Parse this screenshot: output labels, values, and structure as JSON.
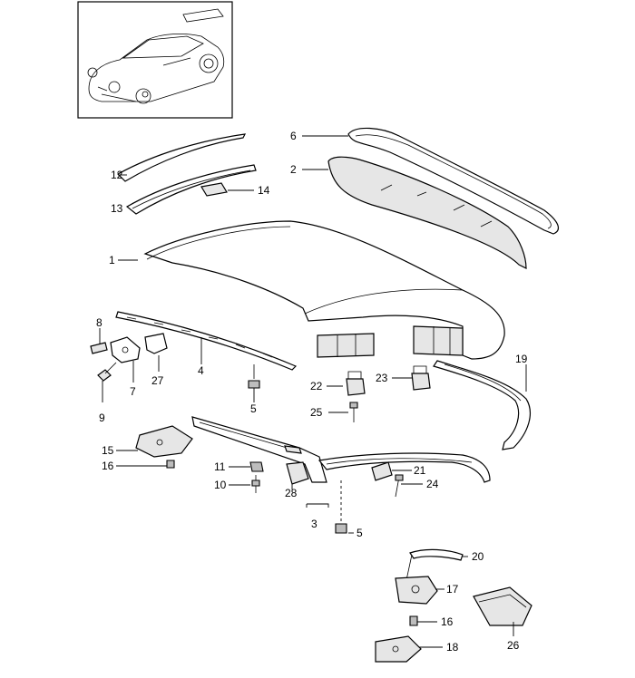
{
  "callouts": {
    "c1": "1",
    "c2": "2",
    "c3": "3",
    "c4": "4",
    "c5a": "5",
    "c5b": "5",
    "c6": "6",
    "c7": "7",
    "c8": "8",
    "c9": "9",
    "c10": "10",
    "c11": "11",
    "c12": "12",
    "c13": "13",
    "c14": "14",
    "c15": "15",
    "c16a": "16",
    "c16b": "16",
    "c17": "17",
    "c18": "18",
    "c19": "19",
    "c20": "20",
    "c21": "21",
    "c22": "22",
    "c23": "23",
    "c24": "24",
    "c25": "25",
    "c26": "26",
    "c27": "27",
    "c28": "28"
  }
}
